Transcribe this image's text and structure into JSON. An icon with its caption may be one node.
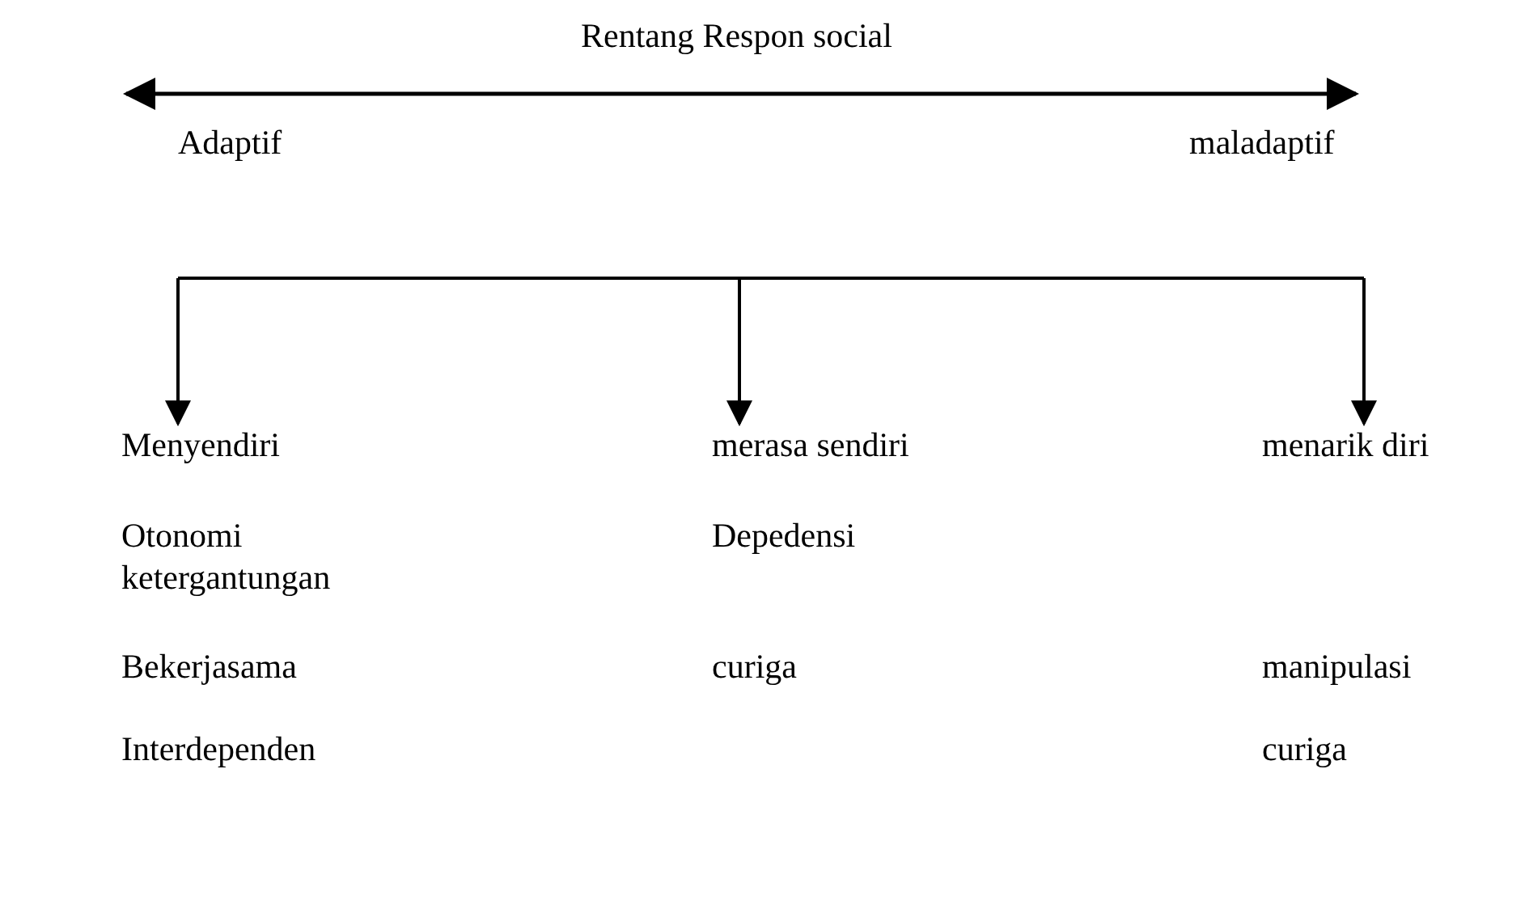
{
  "diagram": {
    "title": "Rentang Respon social",
    "nodes": [
      {
        "text": [
          "Menyendiri",
          "Otonomi ketergantungan",
          "Bekerjasama",
          "Interdependen"
        ]
      },
      {
        "text": [
          "merasa sendiri",
          "Depedensi",
          "curiga"
        ]
      },
      {
        "text": [
          "menarik diri",
          "manipulasi",
          "curiga"
        ]
      }
    ],
    "edges": [
      {
        "from": null,
        "to": 0,
        "arrow": "to"
      },
      {
        "from": null,
        "to": 1,
        "arrow": "to"
      },
      {
        "from": null,
        "to": 2,
        "arrow": "to"
      }
    ],
    "labels": [
      "Adaptif",
      "maladaptif"
    ]
  }
}
